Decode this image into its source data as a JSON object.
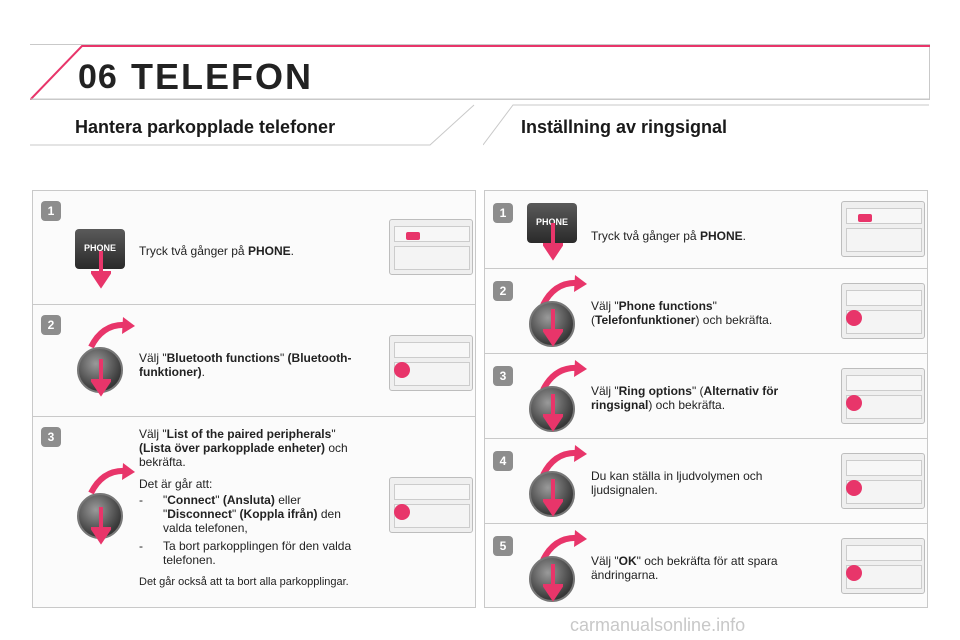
{
  "header": {
    "chapter": "06",
    "title": "TELEFON"
  },
  "sections": {
    "left": {
      "title": "Hantera parkopplade telefoner"
    },
    "right": {
      "title": "Inställning av ringsignal"
    }
  },
  "left_steps": [
    {
      "num": "1",
      "parts": [
        "Tryck två gånger på ",
        "PHONE",
        "."
      ]
    },
    {
      "num": "2",
      "parts": [
        "Välj \"",
        "Bluetooth functions",
        "\" ",
        "(Bluetooth-",
        "funktioner)",
        "."
      ]
    },
    {
      "num": "3",
      "p1": [
        "Välj \"",
        "List of the paired peripherals",
        "\"",
        "(Lista över parkopplade enheter)",
        " och",
        "bekräfta."
      ],
      "p2": "Det är går att:",
      "bullet1": [
        "\"",
        "Connect",
        "\" ",
        "(Ansluta)",
        " eller",
        "\"",
        "Disconnect",
        "\" ",
        "(Koppla ifrån)",
        " den",
        "valda telefonen,"
      ],
      "bullet2": [
        "Ta bort parkopplingen för den valda",
        "telefonen."
      ],
      "p3": "Det går också att ta bort alla parkopplingar."
    }
  ],
  "right_steps": [
    {
      "num": "1",
      "parts": [
        "Tryck två gånger på ",
        "PHONE",
        "."
      ]
    },
    {
      "num": "2",
      "parts": [
        "Välj \"",
        "Phone functions",
        "\"",
        "(",
        "Telefonfunktioner",
        ") och bekräfta."
      ]
    },
    {
      "num": "3",
      "parts": [
        "Välj \"",
        "Ring options",
        "\" (",
        "Alternativ för",
        "ringsignal",
        ") och bekräfta."
      ]
    },
    {
      "num": "4",
      "parts": [
        "Du kan ställa in ljudvolymen och",
        "ljudsignalen."
      ]
    },
    {
      "num": "5",
      "parts": [
        "Välj \"",
        "OK",
        "\" och bekräfta för att spara",
        "ändringarna."
      ]
    }
  ],
  "device_label": "PHONE",
  "footer": "carmanualsonline.info",
  "colors": {
    "accent": "#e8356a",
    "border": "#c9c9c9",
    "badge": "#8d8d8d"
  }
}
